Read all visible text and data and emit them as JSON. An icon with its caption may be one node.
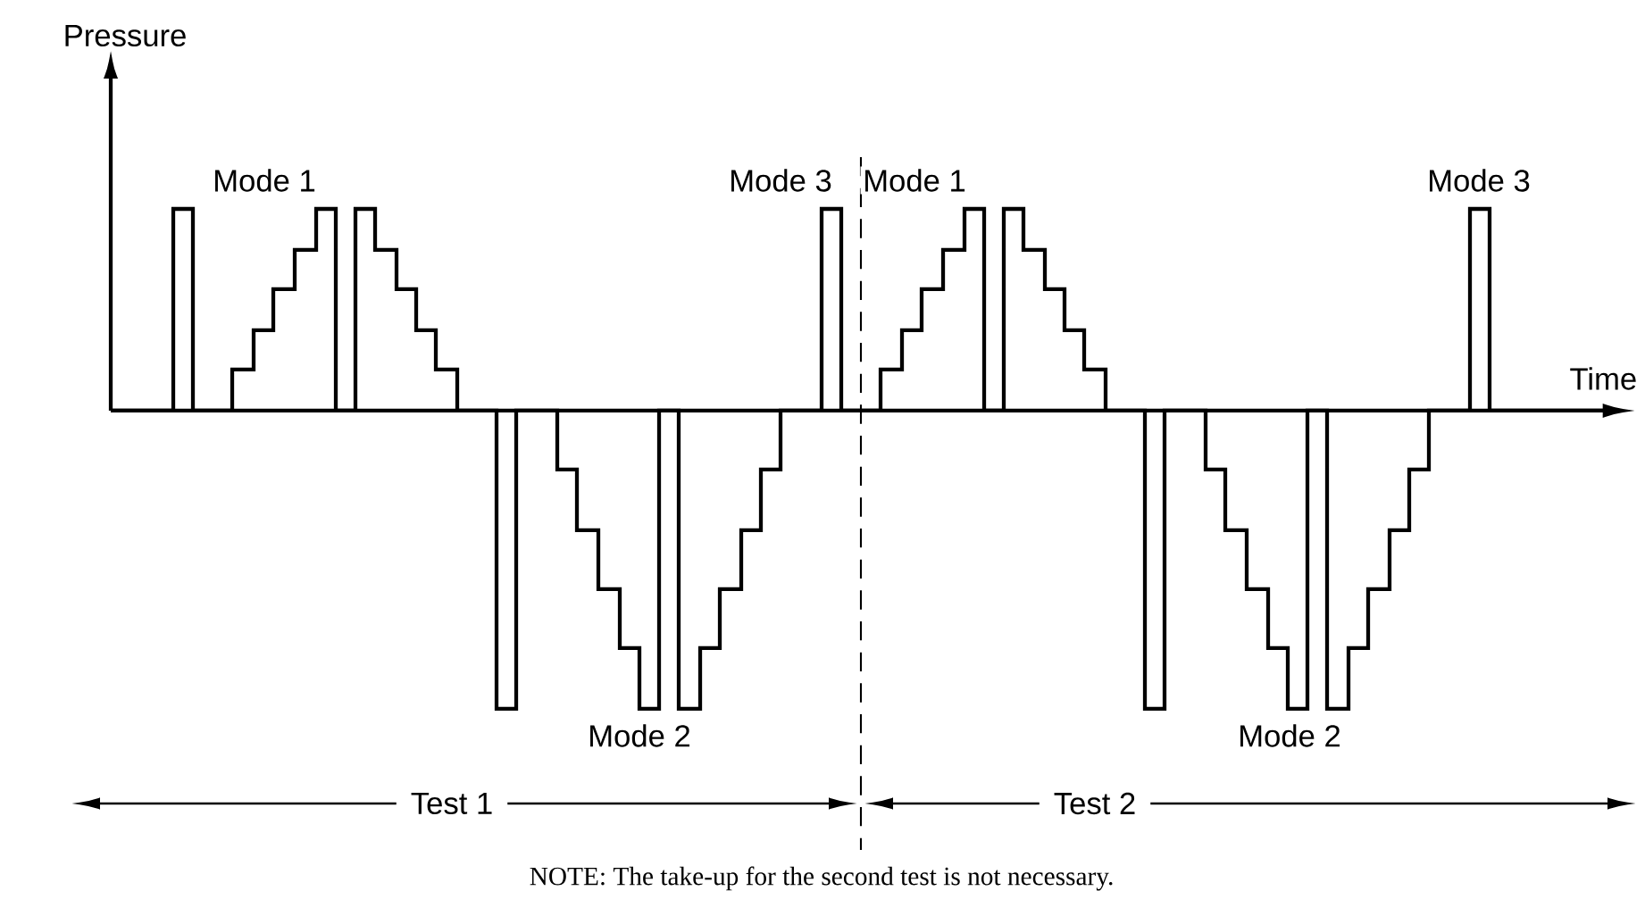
{
  "diagram": {
    "caption": "NOTE: The take-up for the second test is not necessary.",
    "labels": [
      "Pressure",
      "Time",
      "Mode 1",
      "Mode 3",
      "Mode 1",
      "Mode 3",
      "Mode 2",
      "Mode 2",
      "Test 1",
      "Test 2"
    ]
  }
}
